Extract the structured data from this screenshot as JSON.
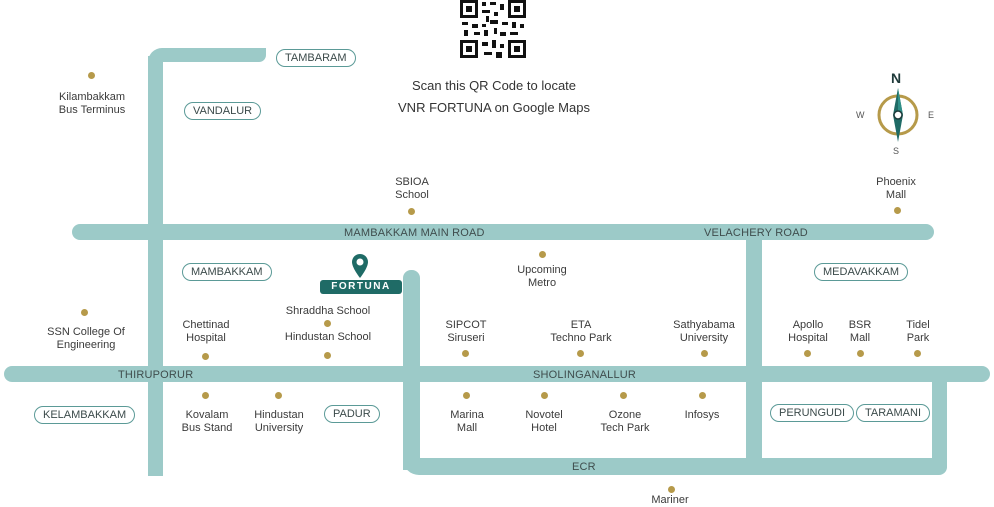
{
  "qr": {
    "line1": "Scan this QR Code to locate",
    "line2": "VNR FORTUNA on Google Maps"
  },
  "compass": {
    "n": "N",
    "s": "S",
    "e": "E",
    "w": "W"
  },
  "roads": {
    "mambakkam": "MAMBAKKAM MAIN ROAD",
    "velachery": "VELACHERY ROAD",
    "thiruporur": "THIRUPORUR",
    "sholinganallur": "SHOLINGANALLUR",
    "ecr": "ECR"
  },
  "areas": {
    "tambaram": "TAMBARAM",
    "vandalur": "VANDALUR",
    "mambakkam": "MAMBAKKAM",
    "medavakkam": "MEDAVAKKAM",
    "kelambakkam": "KELAMBAKKAM",
    "padur": "PADUR",
    "perungudi": "PERUNGUDI",
    "taramani": "TARAMANI"
  },
  "brand": {
    "name": "FORTUNA",
    "pin_color": "#1f6b66"
  },
  "landmarks": {
    "kilambakkam": [
      "Kilambakkam",
      "Bus Terminus"
    ],
    "sbioa": [
      "SBIOA",
      "School"
    ],
    "phoenix": [
      "Phoenix",
      "Mall"
    ],
    "metro": [
      "Upcoming",
      "Metro"
    ],
    "shraddha": [
      "Shraddha School"
    ],
    "hindustan_school": [
      "Hindustan School"
    ],
    "ssn": [
      "SSN College Of",
      "Engineering"
    ],
    "chettinad": [
      "Chettinad",
      "Hospital"
    ],
    "sipcot": [
      "SIPCOT",
      "Siruseri"
    ],
    "eta": [
      "ETA",
      "Techno Park"
    ],
    "sathyabama": [
      "Sathyabama",
      "University"
    ],
    "apollo": [
      "Apollo",
      "Hospital"
    ],
    "bsr": [
      "BSR",
      "Mall"
    ],
    "tidel": [
      "Tidel",
      "Park"
    ],
    "kovalam": [
      "Kovalam",
      "Bus Stand"
    ],
    "hindustan_univ": [
      "Hindustan",
      "University"
    ],
    "marina": [
      "Marina",
      "Mall"
    ],
    "novotel": [
      "Novotel",
      "Hotel"
    ],
    "ozone": [
      "Ozone",
      "Tech Park"
    ],
    "infosys": [
      "Infosys"
    ],
    "bottom_cut": [
      "Mariner"
    ]
  },
  "colors": {
    "road": "#9ccac8",
    "dot": "#b69a4a",
    "outline": "#5b9a97",
    "compass_gold": "#b69a4a",
    "compass_teal": "#1f6b66"
  }
}
